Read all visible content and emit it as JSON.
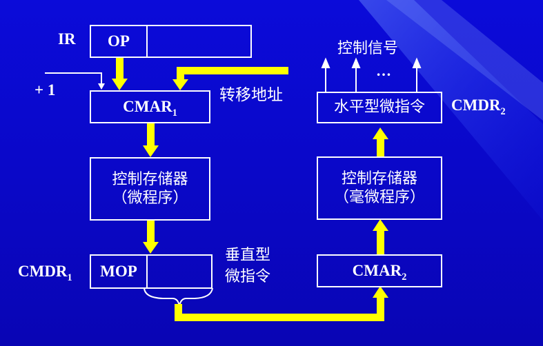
{
  "ir_register": {
    "label": "IR",
    "field": "OP"
  },
  "plus_one": "+ 1",
  "branch_address": "转移地址",
  "cmar1": {
    "base": "CMAR",
    "sub": "1"
  },
  "control_store_left": {
    "line1": "控制存储器",
    "line2": "（微程序）"
  },
  "cmdr1": {
    "base": "CMDR",
    "sub": "1",
    "field": "MOP"
  },
  "vertical_microinstr": {
    "line1": "垂直型",
    "line2": "微指令"
  },
  "cmar2": {
    "base": "CMAR",
    "sub": "2"
  },
  "control_store_right": {
    "line1": "控制存储器",
    "line2": "（毫微程序）"
  },
  "horizontal_microinstr": "水平型微指令",
  "cmdr2": {
    "base": "CMDR",
    "sub": "2"
  },
  "control_signals": "控制信号",
  "ellipsis": "…",
  "colors": {
    "background": "#0b0bd9",
    "arrow": "#ffff00",
    "line": "#ffffff"
  }
}
